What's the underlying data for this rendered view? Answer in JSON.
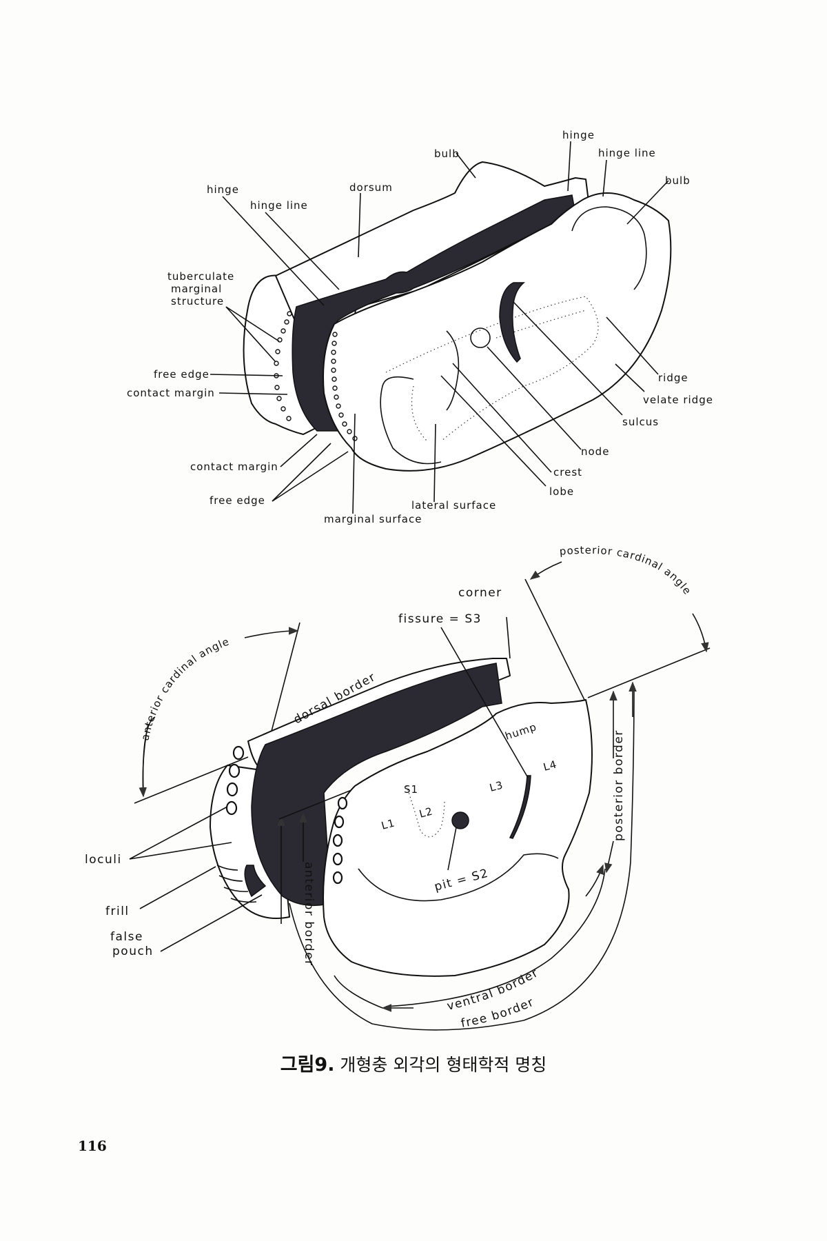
{
  "figure_top": {
    "labels": {
      "hinge_left": "hinge",
      "hinge_line_left": "hinge line",
      "dorsum": "dorsum",
      "bulb_left": "bulb",
      "hinge_right": "hinge",
      "hinge_line_right": "hinge line",
      "bulb_right": "bulb",
      "tuberculate_1": "tuberculate",
      "tuberculate_2": "marginal",
      "tuberculate_3": "structure",
      "free_edge_upper": "free edge",
      "contact_margin_upper": "contact margin",
      "contact_margin_lower": "contact margin",
      "free_edge_lower": "free edge",
      "marginal_surface": "marginal surface",
      "lateral_surface": "lateral surface",
      "lobe": "lobe",
      "crest": "crest",
      "node": "node",
      "sulcus": "sulcus",
      "velate_ridge": "velate ridge",
      "ridge": "ridge"
    }
  },
  "figure_bottom": {
    "labels": {
      "posterior_cardinal_angle": "posterior cardinal angle",
      "anterior_cardinal_angle": "anterior cardinal angle",
      "corner": "corner",
      "fissure": "fissure = S3",
      "dorsal_border": "dorsal border",
      "hump": "hump",
      "L1": "L1",
      "L2": "L2",
      "L3": "L3",
      "L4": "L4",
      "S1": "S1",
      "pit": "pit = S2",
      "loculi": "loculi",
      "frill": "frill",
      "false_pouch_1": "false",
      "false_pouch_2": "pouch",
      "anterior_border": "anterior border",
      "posterior_border": "posterior border",
      "ventral_border": "ventral border",
      "free_border": "free border"
    }
  },
  "caption": {
    "figure_number": "그림9.",
    "text": "개형충 외각의 형태학적 명칭"
  },
  "page_number": "116"
}
